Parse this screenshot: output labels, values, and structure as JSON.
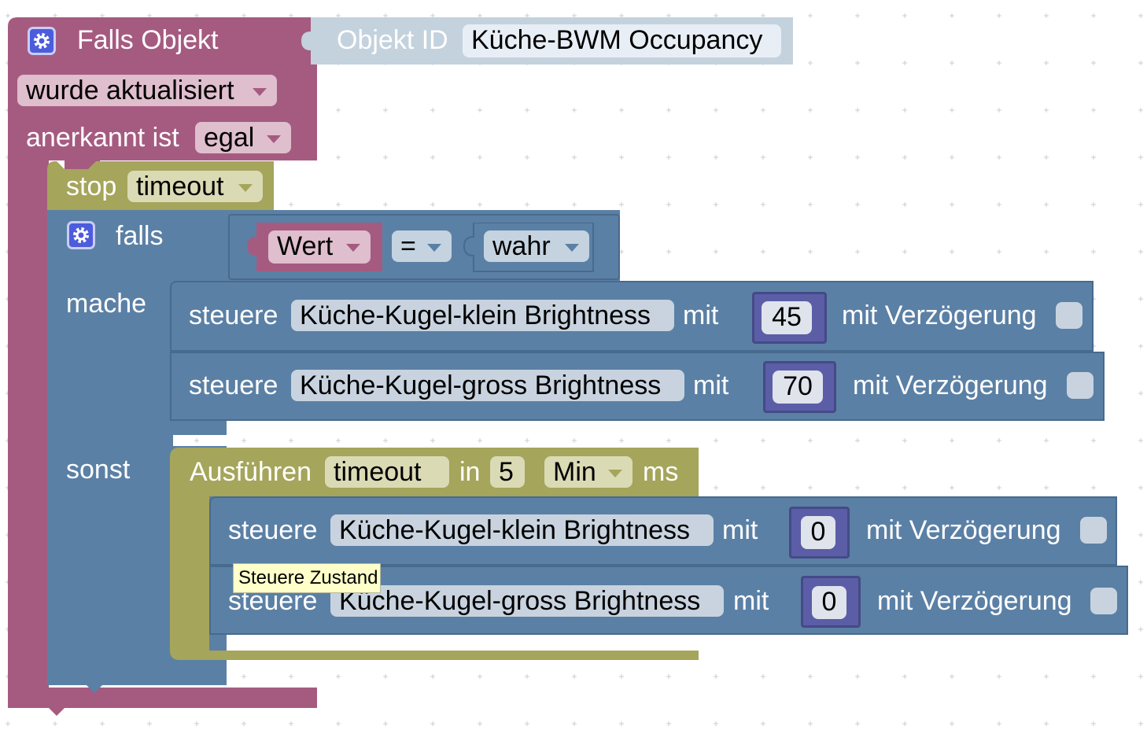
{
  "trigger": {
    "title": "Falls Objekt",
    "object_id_label": "Objekt ID",
    "object_id_value": "Küche-BWM Occupancy",
    "event_dropdown": "wurde aktualisiert",
    "ack_label": "anerkannt ist",
    "ack_dropdown": "egal"
  },
  "stop_block": {
    "label": "stop",
    "dropdown": "timeout"
  },
  "if_block": {
    "if_label": "falls",
    "do_label": "mache",
    "else_label": "sonst",
    "condition": {
      "left": "Wert",
      "operator": "=",
      "right": "wahr"
    }
  },
  "then_actions": [
    {
      "label": "steuere",
      "object": "Küche-Kugel-klein Brightness",
      "with_label": "mit",
      "value": "45",
      "delay_label": "mit Verzögerung"
    },
    {
      "label": "steuere",
      "object": "Küche-Kugel-gross Brightness",
      "with_label": "mit",
      "value": "70",
      "delay_label": "mit Verzögerung"
    }
  ],
  "timeout_block": {
    "label": "Ausführen",
    "name": "timeout",
    "in_label": "in",
    "value": "5",
    "unit_dropdown": "Min",
    "ms_label": "ms"
  },
  "else_actions": [
    {
      "label": "steuere",
      "object": "Küche-Kugel-klein Brightness",
      "with_label": "mit",
      "value": "0",
      "delay_label": "mit Verzögerung"
    },
    {
      "label": "steuere",
      "object": "Küche-Kugel-gross Brightness",
      "with_label": "mit",
      "value": "0",
      "delay_label": "mit Verzögerung"
    }
  ],
  "tooltip": "Steuere Zustand",
  "colors": {
    "trigger": "#a55b80",
    "logic": "#5b80a5",
    "timer": "#a5a55b",
    "math": "#5b5ea6",
    "object_id": "#c4d2de",
    "gear": "#4c5cdd"
  }
}
